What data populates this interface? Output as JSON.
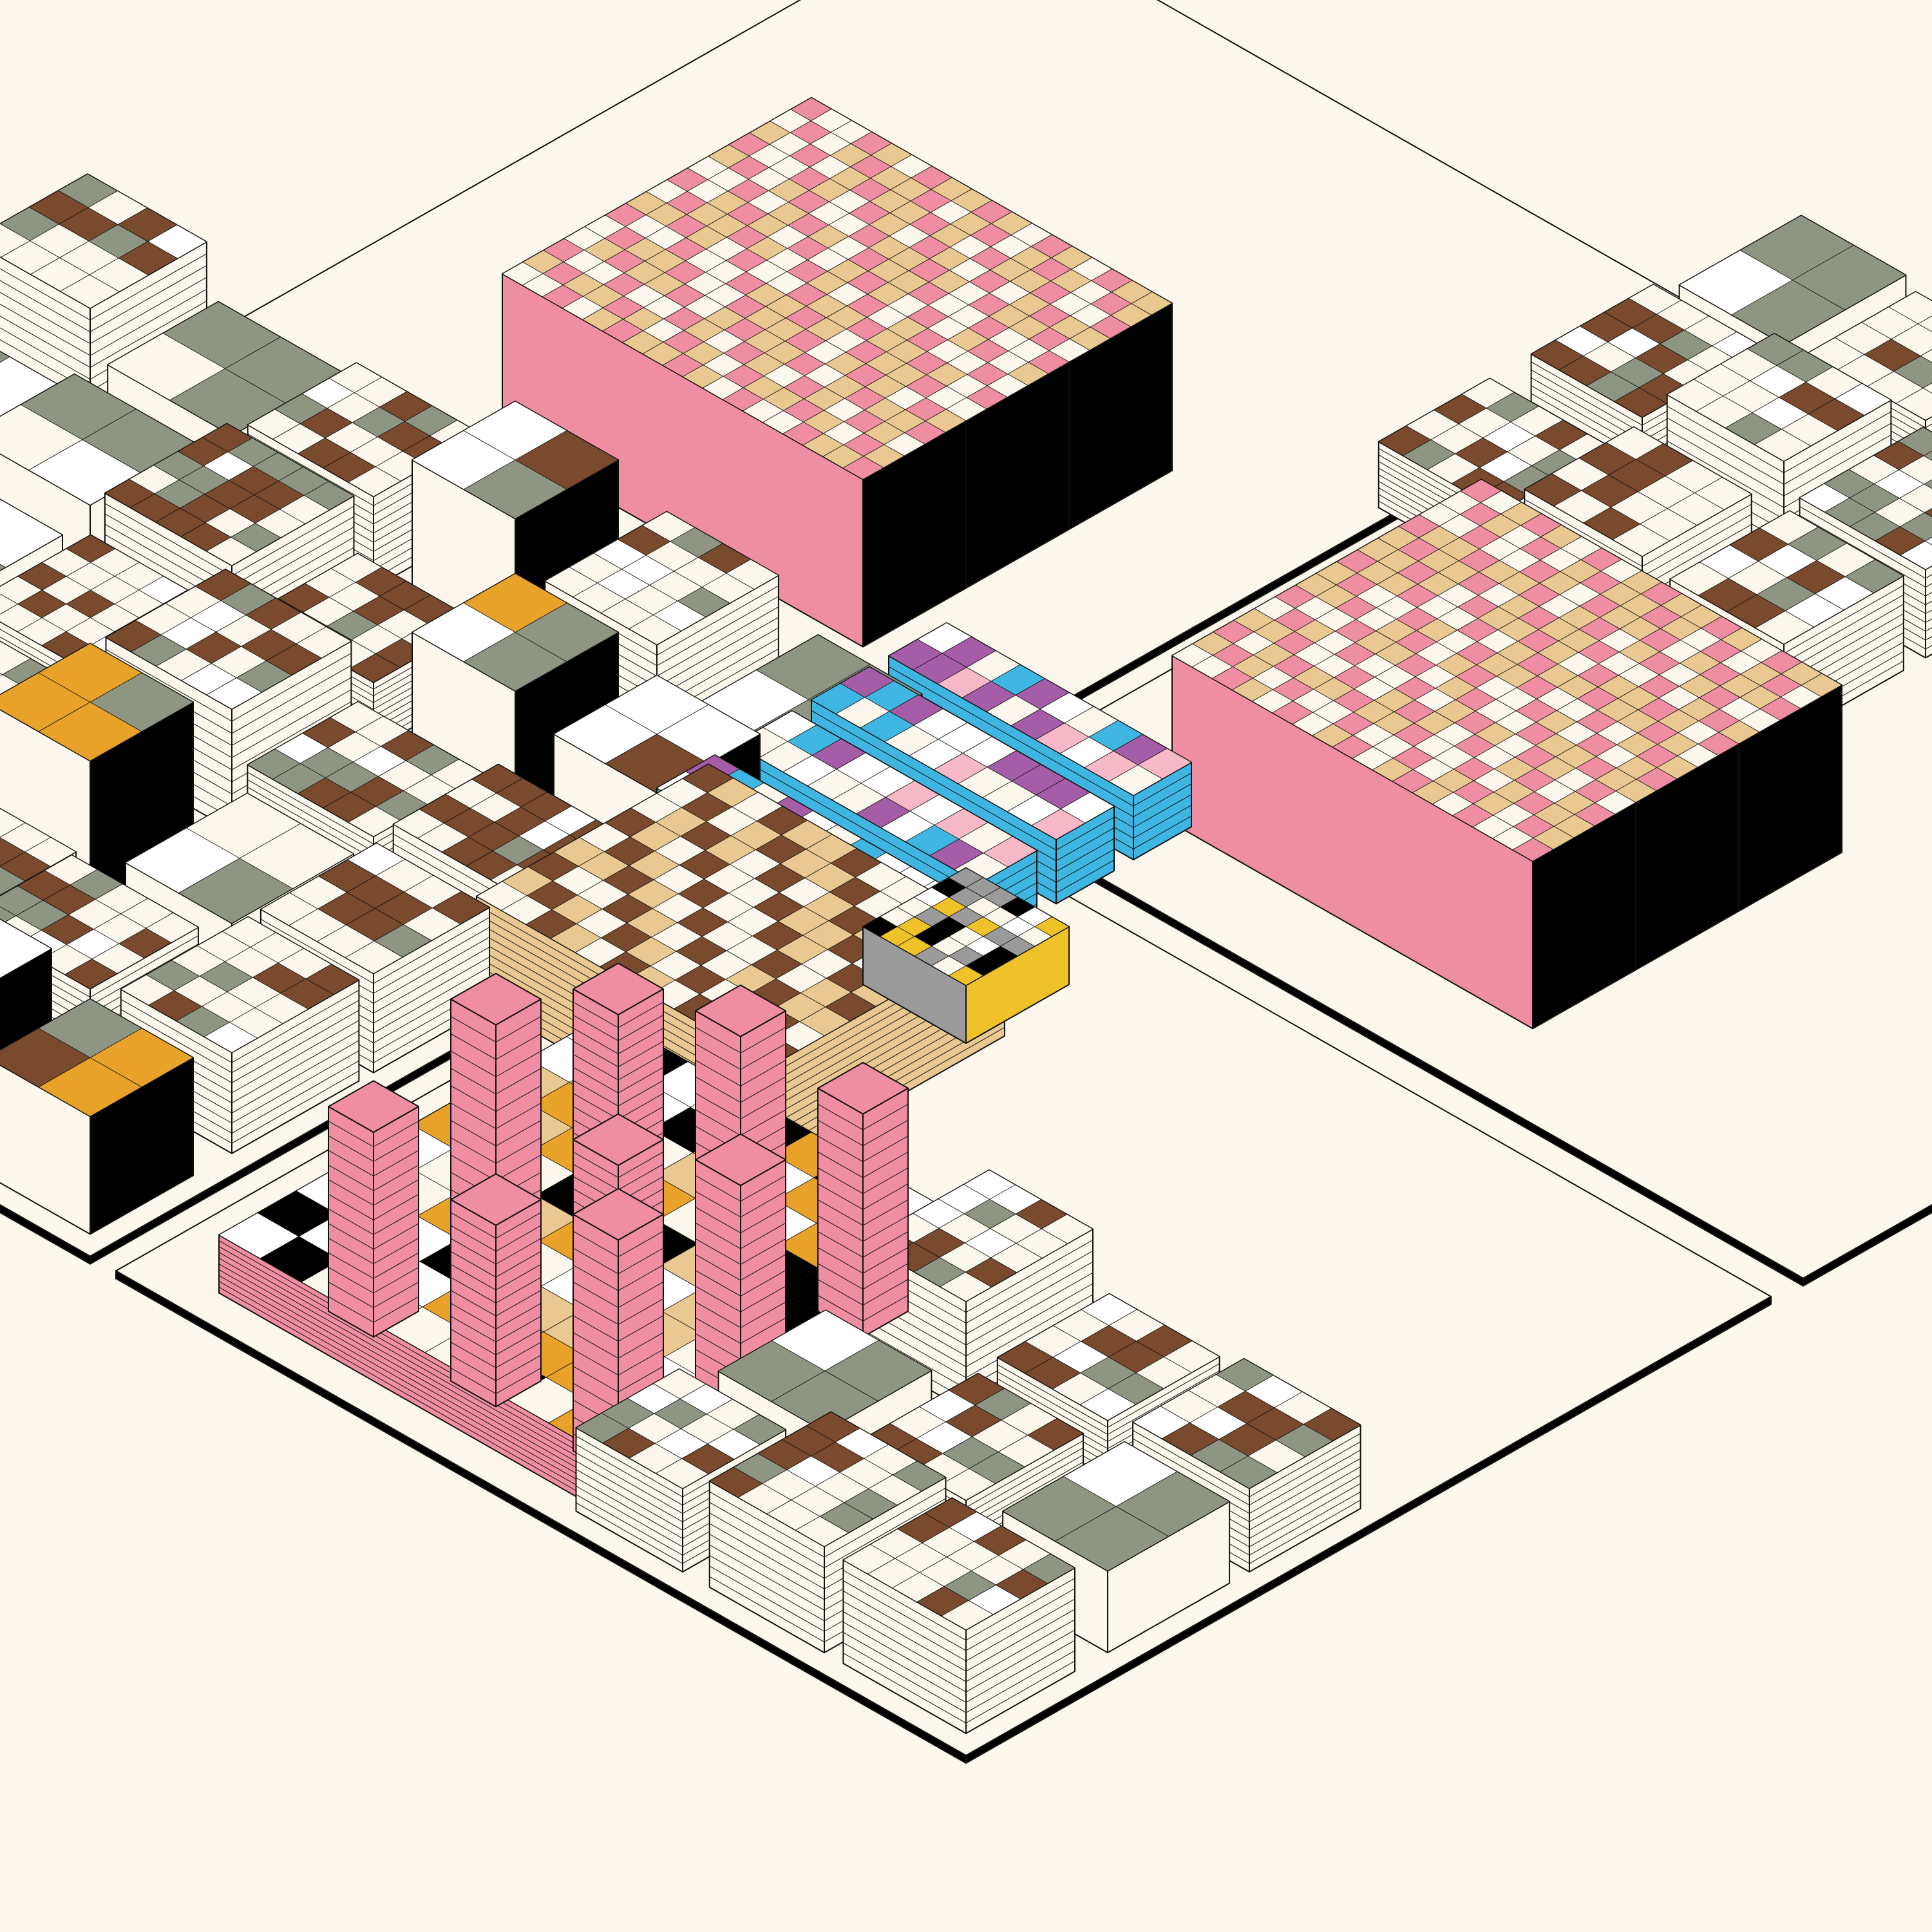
{
  "palette": {
    "background": "#fbf7ec",
    "outline": "#111111",
    "black": "#000000",
    "cream": "#fbf7ec",
    "white": "#ffffff",
    "brown": "#7a4a2e",
    "orange": "#e8a22a",
    "sage": "#8e9583",
    "pink": "#ef8ea3",
    "light_pink": "#f7b9c7",
    "tan": "#e9c891",
    "sky_blue": "#3fb6e2",
    "purple": "#a55da8",
    "yellow": "#f0c22a",
    "gray": "#9a9a9a"
  },
  "districts": [
    {
      "name": "residential-blocks-northwest",
      "tone": "cream"
    },
    {
      "name": "residential-blocks-south",
      "tone": "cream"
    },
    {
      "name": "residential-blocks-east",
      "tone": "cream"
    },
    {
      "name": "mega-block-northeast",
      "tone": "pink"
    },
    {
      "name": "mega-block-southeast",
      "tone": "pink"
    },
    {
      "name": "blue-purple-complex",
      "tone": "sky_blue"
    },
    {
      "name": "pink-tower-podium",
      "tone": "pink"
    },
    {
      "name": "tan-striped-slab",
      "tone": "tan"
    },
    {
      "name": "yellow-core-cluster",
      "tone": "yellow"
    }
  ]
}
